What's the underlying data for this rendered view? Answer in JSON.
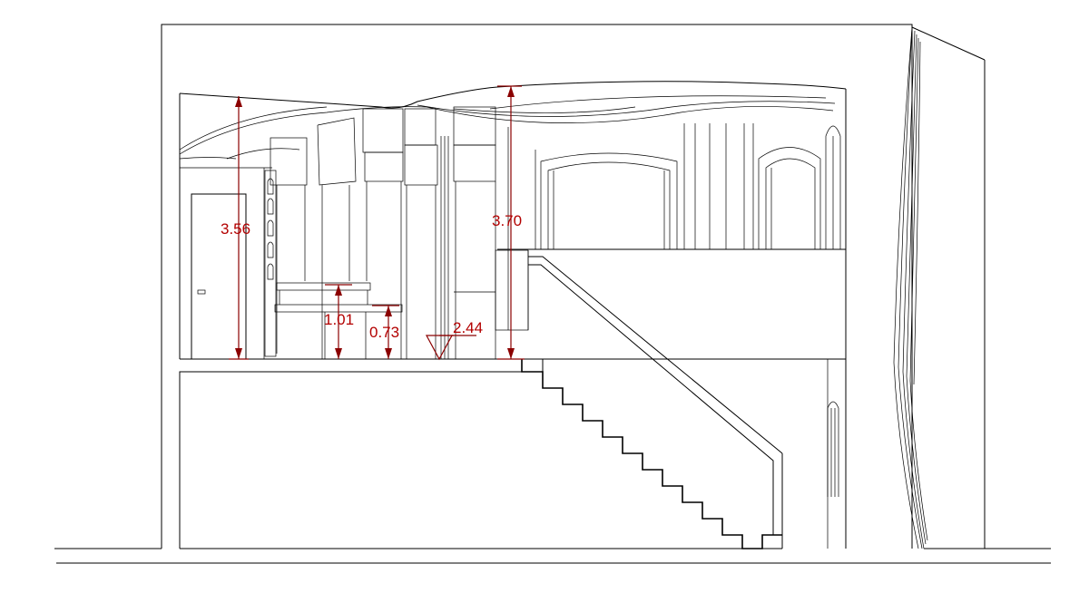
{
  "dimensions": {
    "left_height": "3.56",
    "right_height": "3.70",
    "counter_height": "1.01",
    "table_height": "0.73",
    "level_mark": "2.44"
  },
  "colors": {
    "line": "#000000",
    "dimension": "#b30000"
  }
}
